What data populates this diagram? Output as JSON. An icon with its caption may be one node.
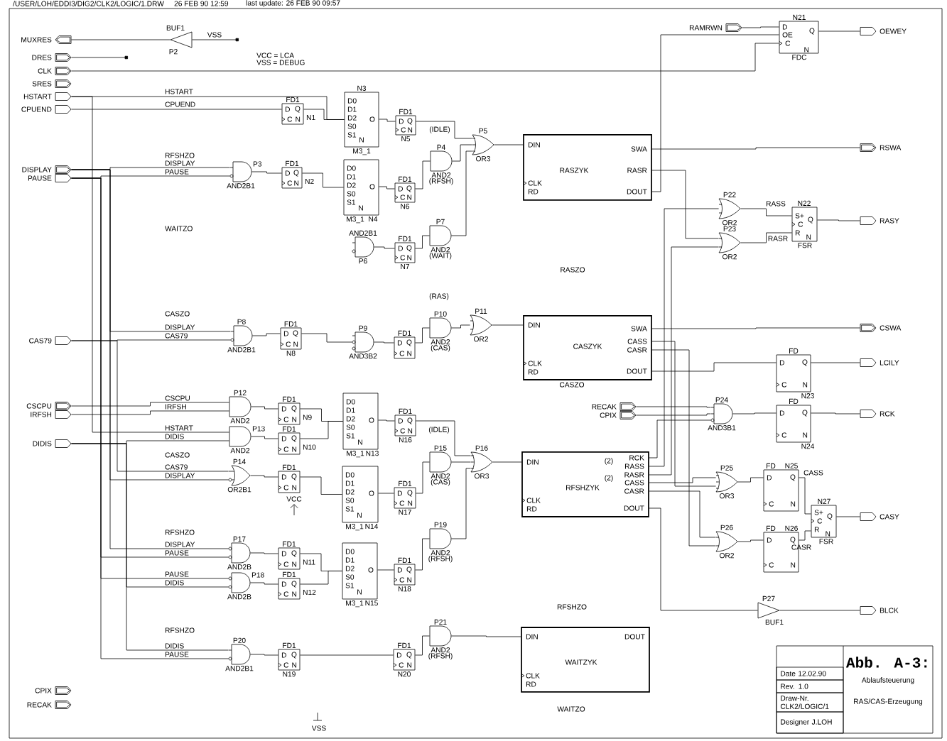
{
  "diagram": {
    "title": "Abb. A-3:",
    "nodes": [
      {
        "text": [
          "MUXRES"
        ]
      },
      {
        "text": [
          "DRES"
        ]
      },
      {
        "text": [
          "CLK"
        ]
      },
      {
        "text": [
          "SRES"
        ]
      },
      {
        "text": [
          "HSTART"
        ]
      },
      {
        "text": [
          "CPUEND"
        ]
      },
      {
        "text": [
          "DISPLAY"
        ]
      },
      {
        "text": [
          "PAUSE"
        ]
      },
      {
        "text": [
          "CAS79"
        ]
      },
      {
        "text": [
          "CSCPU"
        ]
      },
      {
        "text": [
          "IRFSH"
        ]
      },
      {
        "text": [
          "DIDIS"
        ]
      },
      {
        "text": [
          "CPIX"
        ]
      },
      {
        "text": [
          "RECAK"
        ]
      },
      {
        "text": [
          "RAMRWN"
        ]
      },
      {
        "text": [
          "RECAK"
        ]
      },
      {
        "text": [
          "CPIX"
        ]
      },
      {
        "text": [
          "OEWEY"
        ]
      },
      {
        "text": [
          "RSWA"
        ]
      },
      {
        "text": [
          "RASY"
        ]
      },
      {
        "text": [
          "CSWA"
        ]
      },
      {
        "text": [
          "LCILY"
        ]
      },
      {
        "text": [
          "RCK"
        ]
      },
      {
        "text": [
          "CASY"
        ]
      },
      {
        "text": [
          "BLCK"
        ]
      },
      {
        "text": [
          "BUF1",
          "P2"
        ]
      },
      {
        "text": [
          "P27",
          "BUF1"
        ]
      },
      {
        "text": [
          "P3",
          "AND2B1"
        ]
      },
      {
        "text": [
          "P4",
          "AND2"
        ],
        "beside": [
          "(RFSH)"
        ]
      },
      {
        "text": [
          "P5",
          "OR3"
        ]
      },
      {
        "text": [
          "AND2B1",
          "P6"
        ]
      },
      {
        "text": [
          "P7",
          "AND2"
        ],
        "beside": [
          "(WAIT)"
        ]
      },
      {
        "text": [
          "P8",
          "AND2B1"
        ]
      },
      {
        "text": [
          "P9",
          "AND3B2"
        ]
      },
      {
        "text": [
          "P10",
          "AND2"
        ],
        "beside": [
          "(CAS)"
        ]
      },
      {
        "text": [
          "P11",
          "OR2"
        ]
      },
      {
        "text": [
          "P12",
          "AND2"
        ]
      },
      {
        "text": [
          "P13",
          "AND2"
        ]
      },
      {
        "text": [
          "P14",
          "OR2B1"
        ]
      },
      {
        "text": [
          "P15",
          "AND2"
        ],
        "beside": [
          "(CAS)"
        ]
      },
      {
        "text": [
          "P16",
          "OR3"
        ]
      },
      {
        "text": [
          "P17",
          "AND2B"
        ]
      },
      {
        "text": [
          "P18",
          "AND2B"
        ]
      },
      {
        "text": [
          "P19",
          "AND2"
        ],
        "beside": [
          "(RFSH)"
        ]
      },
      {
        "text": [
          "P20",
          "AND2B1"
        ]
      },
      {
        "text": [
          "P21",
          "AND2"
        ],
        "beside": [
          "(RFSH)"
        ]
      },
      {
        "text": [
          "P22",
          "OR2"
        ]
      },
      {
        "text": [
          "P23",
          "OR2"
        ]
      },
      {
        "text": [
          "P24",
          "AND3B1"
        ]
      },
      {
        "text": [
          "P25",
          "OR3"
        ]
      },
      {
        "text": [
          "P26",
          "OR2"
        ]
      },
      {
        "text": [
          "FD1",
          "D",
          "Q",
          "C",
          "N",
          "N1"
        ]
      },
      {
        "text": [
          "FD1",
          "D",
          "Q",
          "C",
          "N",
          "N2"
        ]
      },
      {
        "text": [
          "FD1",
          "D",
          "Q",
          "C",
          "N",
          "N5"
        ]
      },
      {
        "text": [
          "FD1",
          "D",
          "Q",
          "C",
          "N",
          "N6"
        ]
      },
      {
        "text": [
          "FD1",
          "D",
          "Q",
          "C",
          "N",
          "N7"
        ]
      },
      {
        "text": [
          "FD1",
          "D",
          "Q",
          "C",
          "N",
          "N8"
        ]
      },
      {
        "text": [
          "FD1",
          "D",
          "Q",
          "C",
          "N"
        ]
      },
      {
        "text": [
          "FD1",
          "D",
          "Q",
          "C",
          "N",
          "N9"
        ]
      },
      {
        "text": [
          "FD1",
          "D",
          "Q",
          "C",
          "N",
          "N10"
        ]
      },
      {
        "text": [
          "FD1",
          "D",
          "Q",
          "C",
          "N"
        ]
      },
      {
        "text": [
          "FD1",
          "D",
          "Q",
          "C",
          "N",
          "N16"
        ]
      },
      {
        "text": [
          "FD1",
          "D",
          "Q",
          "C",
          "N",
          "N17"
        ]
      },
      {
        "text": [
          "FD1",
          "D",
          "Q",
          "C",
          "N",
          "N18"
        ]
      },
      {
        "text": [
          "FD1",
          "D",
          "Q",
          "C",
          "N",
          "N11"
        ]
      },
      {
        "text": [
          "FD1",
          "D",
          "Q",
          "C",
          "N",
          "N12"
        ]
      },
      {
        "text": [
          "FD1",
          "D",
          "Q",
          "C",
          "N",
          "N19"
        ]
      },
      {
        "text": [
          "FD1",
          "D",
          "Q",
          "C",
          "N",
          "N20"
        ]
      },
      {
        "text": [
          "N3",
          "D0",
          "D1",
          "D2",
          "S0",
          "S1",
          "O",
          "N",
          "M3_1"
        ]
      },
      {
        "text": [
          "D0",
          "D1",
          "D2",
          "S0",
          "S1",
          "O",
          "N",
          "M3_1",
          "N4"
        ]
      },
      {
        "text": [
          "D0",
          "D1",
          "D2",
          "S0",
          "S1",
          "O",
          "N",
          "M3_1",
          "N13"
        ]
      },
      {
        "text": [
          "D0",
          "D1",
          "D2",
          "S0",
          "S1",
          "O",
          "N",
          "M3_1",
          "N14"
        ]
      },
      {
        "text": [
          "D0",
          "D1",
          "D2",
          "S0",
          "S1",
          "O",
          "N",
          "M3_1",
          "N15"
        ]
      },
      {
        "text": [
          "DIN",
          "CLK",
          "RD",
          "RASZYK",
          "SWA",
          "RASR",
          "DOUT"
        ]
      },
      {
        "text": [
          "DIN",
          "CLK",
          "RD",
          "CASZYK",
          "SWA",
          "CASS",
          "CASR",
          "DOUT"
        ]
      },
      {
        "text": [
          "DIN",
          "CLK",
          "RD",
          "RFSHZYK",
          "(2)",
          "(2)",
          "RCK",
          "RASS",
          "RASR",
          "CASS",
          "CASR",
          "DOUT"
        ]
      },
      {
        "text": [
          "DIN",
          "CLK",
          "RD",
          "WAITZYK",
          "DOUT"
        ]
      },
      {
        "text": [
          "N21",
          "D",
          "OE",
          "C",
          "Q",
          "N",
          "FDC"
        ]
      },
      {
        "text": [
          "N22",
          "S+",
          "C",
          "R",
          "Q",
          "N",
          "FSR"
        ]
      },
      {
        "text": [
          "FD",
          "D",
          "Q",
          "C",
          "N",
          "N23"
        ]
      },
      {
        "text": [
          "FD",
          "D",
          "Q",
          "C",
          "N",
          "N24"
        ]
      },
      {
        "text": [
          "FD",
          "N25",
          "D",
          "Q",
          "C",
          "N"
        ]
      },
      {
        "text": [
          "FD",
          "N26",
          "D",
          "Q",
          "C",
          "N"
        ]
      },
      {
        "text": [
          "N27",
          "S+",
          "C",
          "R",
          "Q",
          "N",
          "FSR"
        ]
      }
    ],
    "edges": [
      {
        "from": 25,
        "to": null,
        "arrow": "other",
        "label": "VSS"
      },
      {
        "from": 1,
        "to": null,
        "arrow": "other"
      },
      {
        "from": 25,
        "to": 0,
        "arrow": "none"
      },
      {
        "from": 4,
        "to": 68,
        "arrow": "none"
      },
      {
        "from": 5,
        "to": 51,
        "arrow": "none"
      },
      {
        "from": 51,
        "to": 68,
        "arrow": "none"
      },
      {
        "from": 68,
        "to": 53,
        "arrow": "none"
      },
      {
        "from": 53,
        "to": 29,
        "arrow": "none"
      },
      {
        "from": 6,
        "to": 27,
        "arrow": "none"
      },
      {
        "from": 7,
        "to": 27,
        "arrow": "none"
      },
      {
        "from": 27,
        "to": 52,
        "arrow": "none"
      },
      {
        "from": 52,
        "to": 69,
        "arrow": "none"
      },
      {
        "from": 69,
        "to": 54,
        "arrow": "none"
      },
      {
        "from": 54,
        "to": 28,
        "arrow": "none"
      },
      {
        "from": 28,
        "to": 29,
        "arrow": "none"
      },
      {
        "from": 30,
        "to": 55,
        "arrow": "none"
      },
      {
        "from": 55,
        "to": 31,
        "arrow": "none"
      },
      {
        "from": 31,
        "to": 29,
        "arrow": "none"
      },
      {
        "from": 29,
        "to": 73,
        "arrow": "none"
      },
      {
        "from": 6,
        "to": 32,
        "arrow": "none"
      },
      {
        "from": 8,
        "to": 32,
        "arrow": "none"
      },
      {
        "from": 32,
        "to": 56,
        "arrow": "none"
      },
      {
        "from": 56,
        "to": 33,
        "arrow": "none"
      },
      {
        "from": 33,
        "to": 57,
        "arrow": "none"
      },
      {
        "from": 57,
        "to": 34,
        "arrow": "none"
      },
      {
        "from": 34,
        "to": 35,
        "arrow": "none"
      },
      {
        "from": 35,
        "to": 74,
        "arrow": "none"
      },
      {
        "from": 9,
        "to": 36,
        "arrow": "none"
      },
      {
        "from": 10,
        "to": 36,
        "arrow": "none"
      },
      {
        "from": 4,
        "to": 37,
        "arrow": "none"
      },
      {
        "from": 11,
        "to": 37,
        "arrow": "none"
      },
      {
        "from": 36,
        "to": 58,
        "arrow": "none"
      },
      {
        "from": 37,
        "to": 59,
        "arrow": "none"
      },
      {
        "from": 58,
        "to": 70,
        "arrow": "none"
      },
      {
        "from": 59,
        "to": 70,
        "arrow": "none"
      },
      {
        "from": 8,
        "to": 38,
        "arrow": "none"
      },
      {
        "from": 6,
        "to": 38,
        "arrow": "none"
      },
      {
        "from": 38,
        "to": 60,
        "arrow": "none"
      },
      {
        "from": 60,
        "to": 71,
        "arrow": "none"
      },
      {
        "from": 70,
        "to": 61,
        "arrow": "none"
      },
      {
        "from": 61,
        "to": 40,
        "arrow": "none"
      },
      {
        "from": 71,
        "to": 62,
        "arrow": "none"
      },
      {
        "from": 62,
        "to": 39,
        "arrow": "none"
      },
      {
        "from": 39,
        "to": 40,
        "arrow": "none"
      },
      {
        "from": 6,
        "to": 41,
        "arrow": "none"
      },
      {
        "from": 7,
        "to": 41,
        "arrow": "none"
      },
      {
        "from": 7,
        "to": 42,
        "arrow": "none"
      },
      {
        "from": 11,
        "to": 42,
        "arrow": "none"
      },
      {
        "from": 41,
        "to": 64,
        "arrow": "none"
      },
      {
        "from": 42,
        "to": 65,
        "arrow": "none"
      },
      {
        "from": 64,
        "to": 72,
        "arrow": "none"
      },
      {
        "from": 65,
        "to": 72,
        "arrow": "none"
      },
      {
        "from": 72,
        "to": 63,
        "arrow": "none"
      },
      {
        "from": 63,
        "to": 43,
        "arrow": "none"
      },
      {
        "from": 43,
        "to": 40,
        "arrow": "none"
      },
      {
        "from": 40,
        "to": 75,
        "arrow": "none"
      },
      {
        "from": 11,
        "to": 44,
        "arrow": "none"
      },
      {
        "from": 7,
        "to": 44,
        "arrow": "none"
      },
      {
        "from": 44,
        "to": 66,
        "arrow": "none"
      },
      {
        "from": 66,
        "to": 67,
        "arrow": "none"
      },
      {
        "from": 67,
        "to": 45,
        "arrow": "none"
      },
      {
        "from": 45,
        "to": 76,
        "arrow": "none"
      },
      {
        "from": 14,
        "to": 77,
        "arrow": "none"
      },
      {
        "from": 73,
        "to": 77,
        "arrow": "none"
      },
      {
        "from": 77,
        "to": 17,
        "arrow": "none"
      },
      {
        "from": 73,
        "to": 18,
        "arrow": "none"
      },
      {
        "from": 73,
        "to": 47,
        "arrow": "none"
      },
      {
        "from": 75,
        "to": 48,
        "arrow": "none"
      },
      {
        "from": 75,
        "to": 46,
        "arrow": "none"
      },
      {
        "from": 75,
        "to": 47,
        "arrow": "none"
      },
      {
        "from": 75,
        "to": 49,
        "arrow": "none"
      },
      {
        "from": 75,
        "to": 50,
        "arrow": "none"
      },
      {
        "from": 75,
        "to": 26,
        "arrow": "none"
      },
      {
        "from": 46,
        "to": 78,
        "arrow": "none"
      },
      {
        "from": 47,
        "to": 78,
        "arrow": "none"
      },
      {
        "from": 78,
        "to": 19,
        "arrow": "none"
      },
      {
        "from": 74,
        "to": 20,
        "arrow": "none"
      },
      {
        "from": 74,
        "to": 49,
        "arrow": "none"
      },
      {
        "from": 74,
        "to": 50,
        "arrow": "none"
      },
      {
        "from": 74,
        "to": 79,
        "arrow": "none"
      },
      {
        "from": 79,
        "to": 21,
        "arrow": "none"
      },
      {
        "from": 15,
        "to": 48,
        "arrow": "none"
      },
      {
        "from": 16,
        "to": 48,
        "arrow": "none"
      },
      {
        "from": 48,
        "to": 80,
        "arrow": "none"
      },
      {
        "from": 80,
        "to": 22,
        "arrow": "none"
      },
      {
        "from": 49,
        "to": 81,
        "arrow": "none"
      },
      {
        "from": 50,
        "to": 82,
        "arrow": "none"
      },
      {
        "from": 81,
        "to": 83,
        "arrow": "none"
      },
      {
        "from": 82,
        "to": 83,
        "arrow": "none"
      },
      {
        "from": 83,
        "to": 23,
        "arrow": "none"
      },
      {
        "from": 26,
        "to": 24,
        "arrow": "none"
      },
      {
        "from": 2,
        "to": 77,
        "arrow": "none"
      }
    ],
    "labels": [
      "/USER/LOH/EDDI3/DIG2/CLK2/LOGIC/1.DRW",
      "26 FEB 90 12:59",
      "last update: 26 FEB 90 09:57",
      "VCC = LCA",
      "VSS = DEBUG",
      "HSTART",
      "CPUEND",
      "RFSHZO",
      "DISPLAY",
      "PAUSE",
      "WAITZO",
      "CASZO",
      "DISPLAY",
      "CAS79",
      "(IDLE)",
      "(RAS)",
      "RASZO",
      "CASZO",
      "CSCPU",
      "IRFSH",
      "HSTART",
      "DIDIS",
      "CASZO",
      "CAS79",
      "DISPLAY",
      "VCC",
      "(IDLE)",
      "RFSHZO",
      "DISPLAY",
      "PAUSE",
      "PAUSE",
      "DIDIS",
      "RFSHZO",
      "DIDIS",
      "PAUSE",
      "RFSHZO",
      "WAITZO",
      "VSS",
      "RASS",
      "RASR",
      "CASS",
      "CASR",
      "Date 12.02.90",
      "Rev. 1.0",
      "Draw-Nr. CLK2/LOGIC/1",
      "Designer J.LOH",
      "Ablaufsteuerung",
      "RAS/CAS-Erzeugung"
    ]
  }
}
